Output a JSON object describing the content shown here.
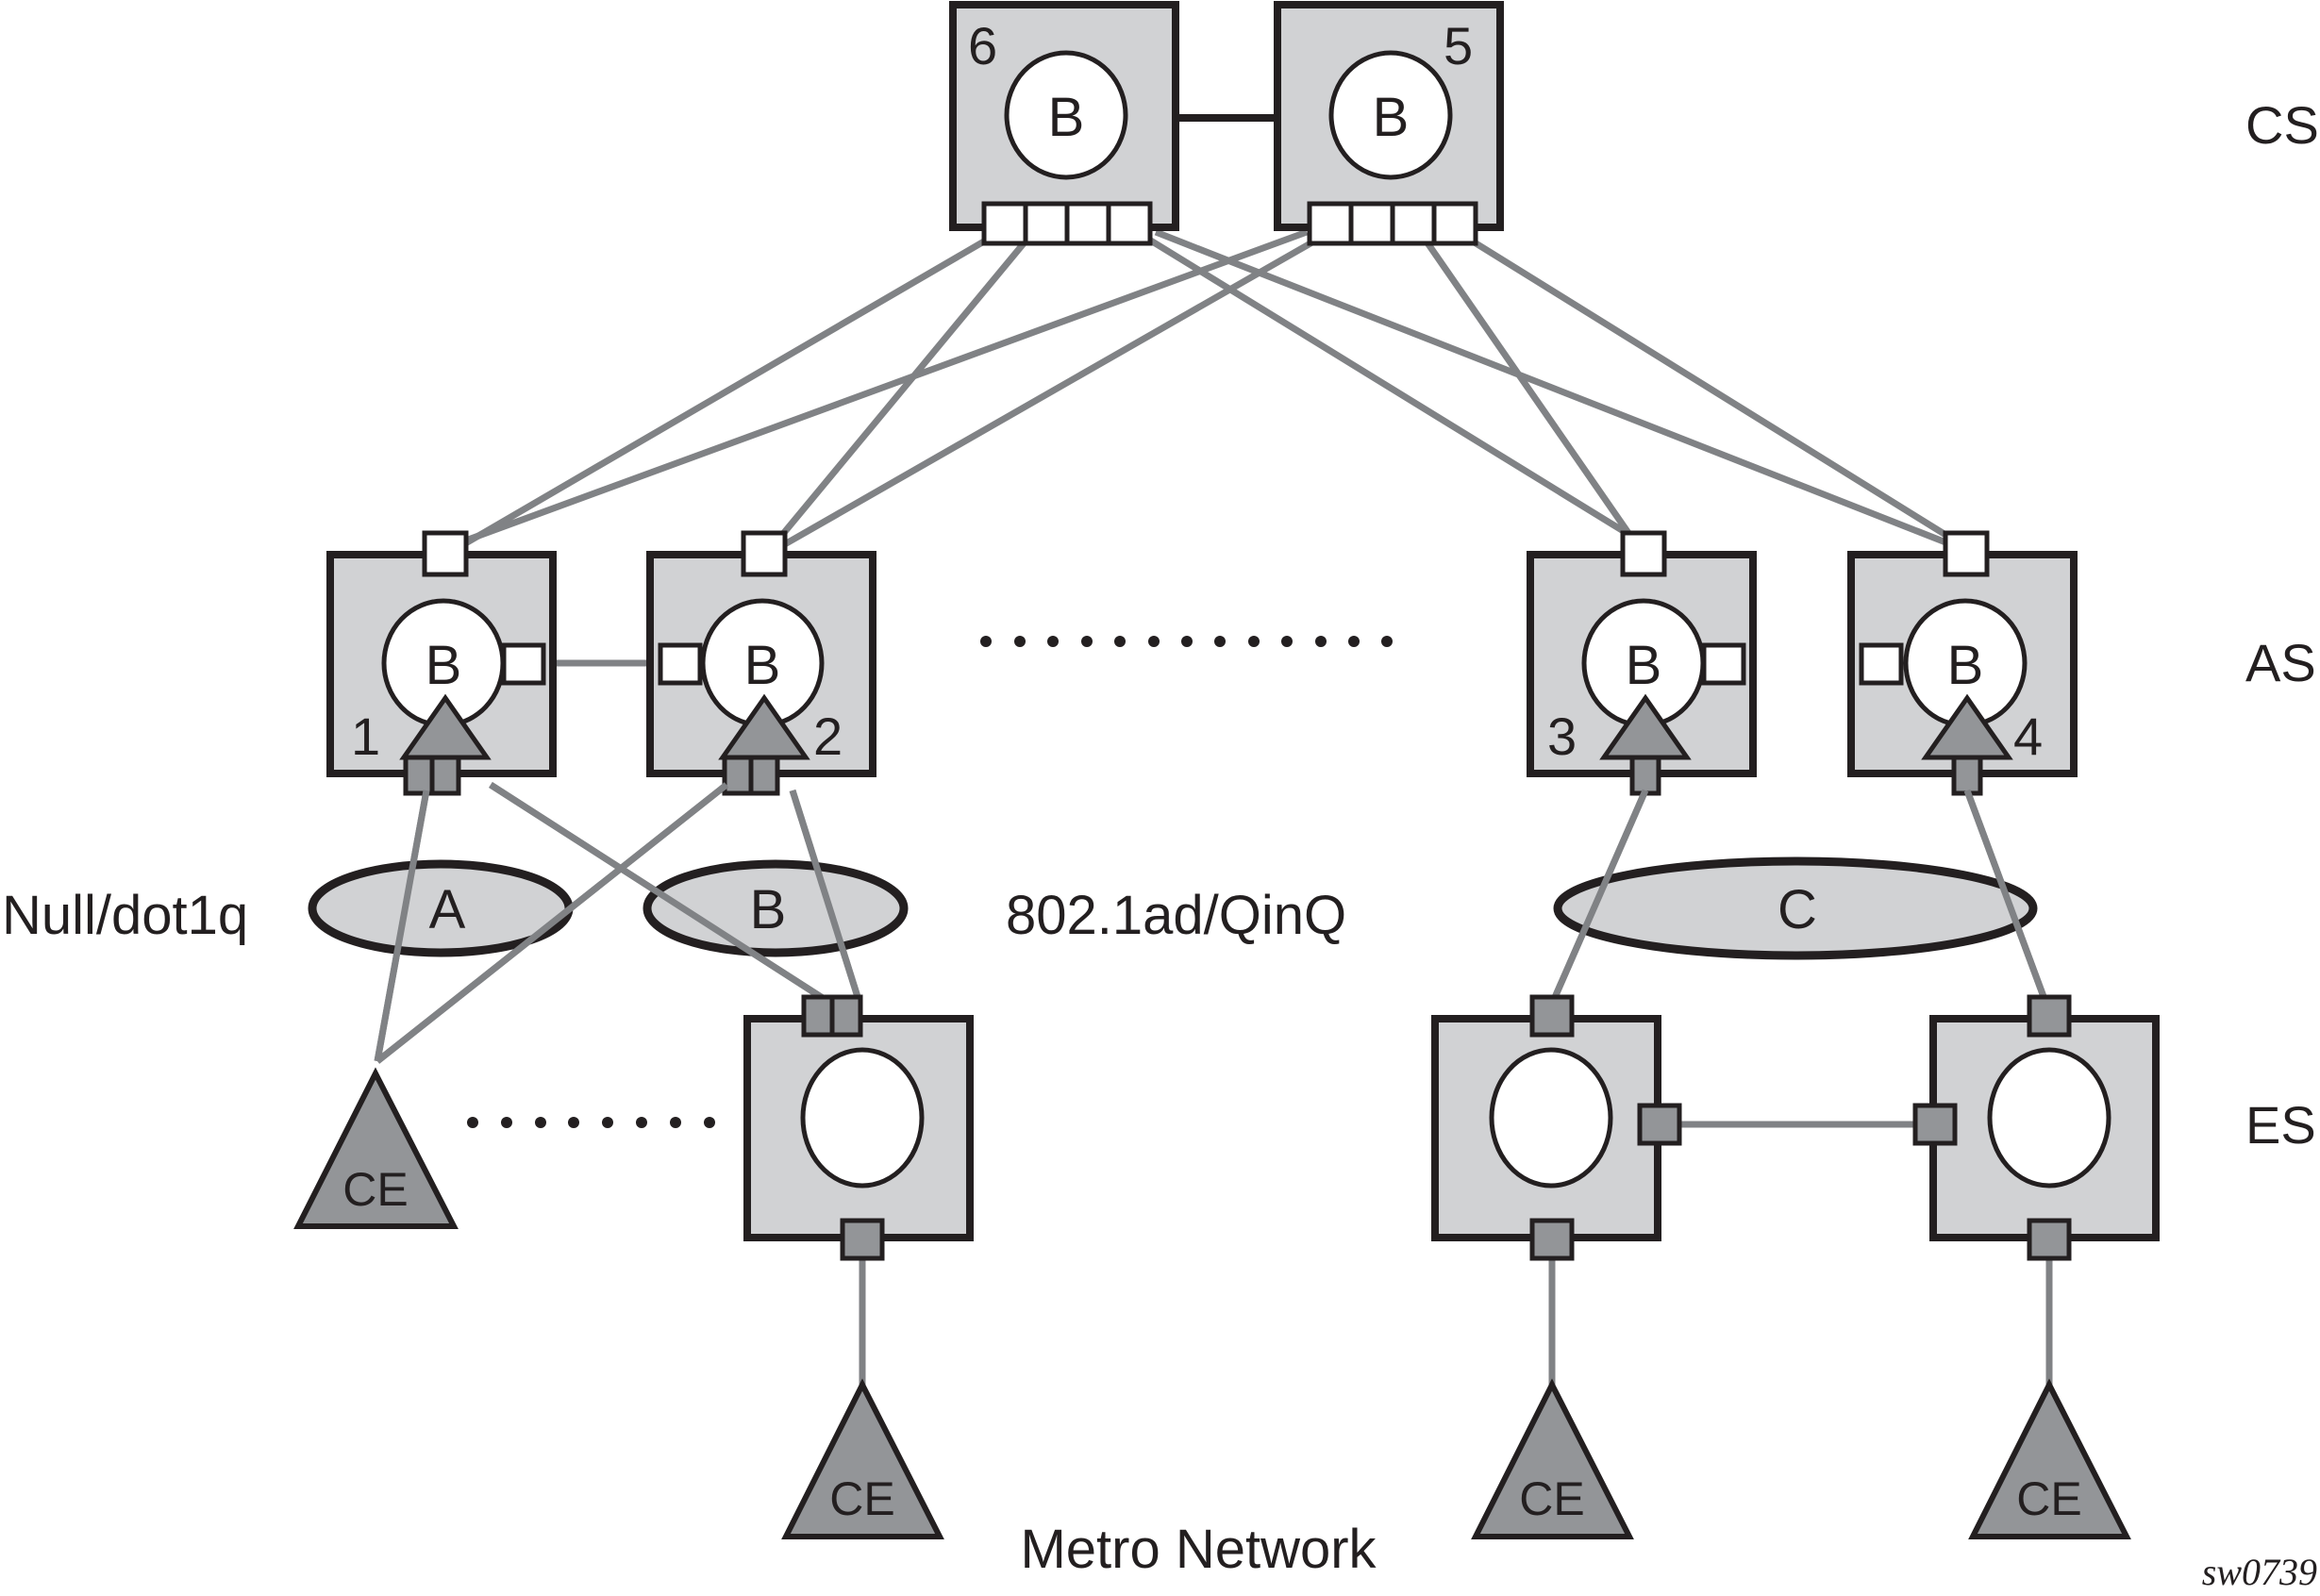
{
  "diagram": {
    "caption": "Metro Network",
    "figure_id": "sw0739",
    "layers": {
      "cs": "CS",
      "as": "AS",
      "es": "ES"
    },
    "core_switches": [
      {
        "id": "6",
        "bridge_label": "B"
      },
      {
        "id": "5",
        "bridge_label": "B"
      }
    ],
    "access_switches": [
      {
        "id": "1",
        "bridge_label": "B"
      },
      {
        "id": "2",
        "bridge_label": "B"
      },
      {
        "id": "3",
        "bridge_label": "B"
      },
      {
        "id": "4",
        "bridge_label": "B"
      }
    ],
    "services": [
      {
        "label": "A"
      },
      {
        "label": "B"
      },
      {
        "label": "C"
      }
    ],
    "encapsulation_labels": {
      "left": "Null/dot1q",
      "right": "802.1ad/QinQ"
    },
    "ce_devices": [
      {
        "label": "CE"
      },
      {
        "label": "CE"
      },
      {
        "label": "CE"
      },
      {
        "label": "CE"
      }
    ]
  }
}
